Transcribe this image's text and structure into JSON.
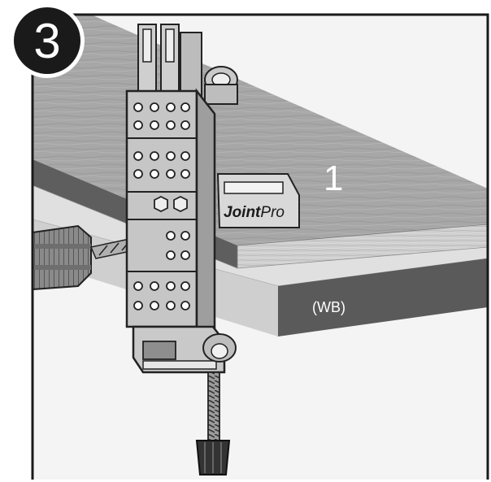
{
  "step": {
    "number": "3"
  },
  "labels": {
    "board": "1",
    "workbench": "(WB)"
  },
  "brand": {
    "joint": "Joint",
    "pro": "Pro"
  },
  "colors": {
    "frame": "#1a1a1a",
    "board_top": "#a9a9a9",
    "board_edge": "#d2d2d2",
    "bench_top": "#dcdcdc",
    "bench_edge": "#555555",
    "jig_body": "#c4c4c4",
    "jig_outline": "#222222"
  },
  "icons": [
    "step-badge-icon",
    "drill-icon",
    "drill-bit-icon",
    "clamp-knob-icon"
  ]
}
